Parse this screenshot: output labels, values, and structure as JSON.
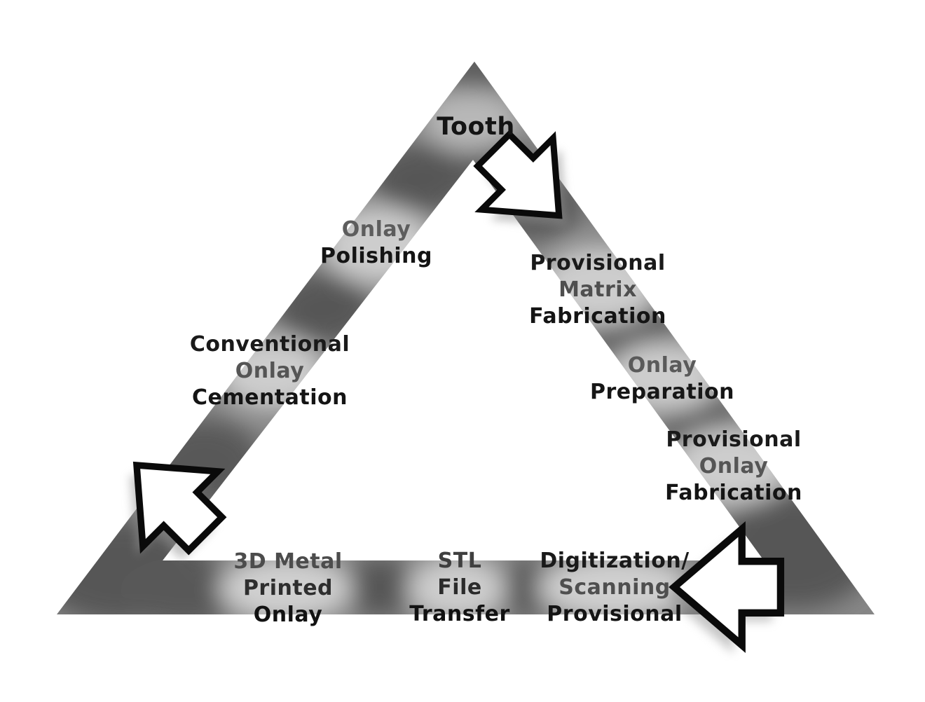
{
  "diagram": {
    "type": "cyclic-triangle-flow",
    "flow_direction": "clockwise",
    "colors": {
      "background": "#ffffff",
      "band_base": "#878787",
      "band_dark": "#565656",
      "band_light": "#d0d0d0",
      "arrow_fill": "#ffffff",
      "arrow_outline": "#0a0a0a",
      "arrow_shadow": "#9a9a9a"
    },
    "arrows": [
      {
        "id": "top",
        "points": "down-right",
        "edge": "apex to right side"
      },
      {
        "id": "bottom-right",
        "points": "left",
        "edge": "bottom right corner"
      },
      {
        "id": "left",
        "points": "up-left",
        "edge": "left side to apex"
      }
    ]
  },
  "labels": {
    "tooth": {
      "lines": [
        {
          "text": "Tooth",
          "color": "#141414"
        }
      ]
    },
    "onlay_polishing": {
      "lines": [
        {
          "text": "Onlay",
          "color": "#5d5d5d"
        },
        {
          "text": "Polishing",
          "color": "#141414"
        }
      ]
    },
    "provisional_matrix_fabrication": {
      "lines": [
        {
          "text": "Provisional",
          "color": "#1a1a1a"
        },
        {
          "text": "Matrix",
          "color": "#4f4f4f"
        },
        {
          "text": "Fabrication",
          "color": "#141414"
        }
      ]
    },
    "onlay_preparation": {
      "lines": [
        {
          "text": "Onlay",
          "color": "#5a5a5a"
        },
        {
          "text": "Preparation",
          "color": "#161616"
        }
      ]
    },
    "provisional_onlay_fabrication": {
      "lines": [
        {
          "text": "Provisional",
          "color": "#1a1a1a"
        },
        {
          "text": "Onlay",
          "color": "#555555"
        },
        {
          "text": "Fabrication",
          "color": "#141414"
        }
      ]
    },
    "digitization_scanning_provisional": {
      "lines": [
        {
          "text": "Digitization/",
          "color": "#1a1a1a"
        },
        {
          "text": "Scanning",
          "color": "#4f4f4f"
        },
        {
          "text": "Provisional",
          "color": "#141414"
        }
      ]
    },
    "stl_file_transfer": {
      "lines": [
        {
          "text": "STL",
          "color": "#3f3f3f"
        },
        {
          "text": "File",
          "color": "#2b2b2b"
        },
        {
          "text": "Transfer",
          "color": "#121212"
        }
      ]
    },
    "metal_printed_onlay": {
      "lines": [
        {
          "text": "3D Metal",
          "color": "#4c4c4c"
        },
        {
          "text": "Printed",
          "color": "#2e2e2e"
        },
        {
          "text": "Onlay",
          "color": "#121212"
        }
      ]
    },
    "conventional_onlay_cementation": {
      "lines": [
        {
          "text": "Conventional",
          "color": "#1a1a1a"
        },
        {
          "text": "Onlay",
          "color": "#555555"
        },
        {
          "text": "Cementation",
          "color": "#141414"
        }
      ]
    }
  }
}
